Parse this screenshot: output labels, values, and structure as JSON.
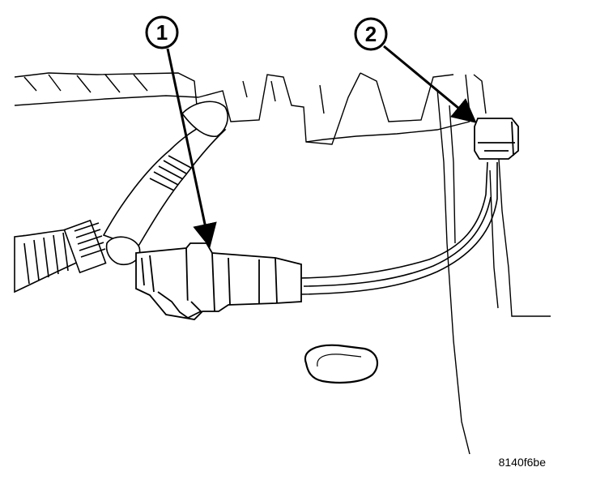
{
  "callouts": [
    {
      "number": "1"
    },
    {
      "number": "2"
    }
  ],
  "figure_id": "8140f6be",
  "colors": {
    "ink": "#000000",
    "paper": "#ffffff"
  }
}
